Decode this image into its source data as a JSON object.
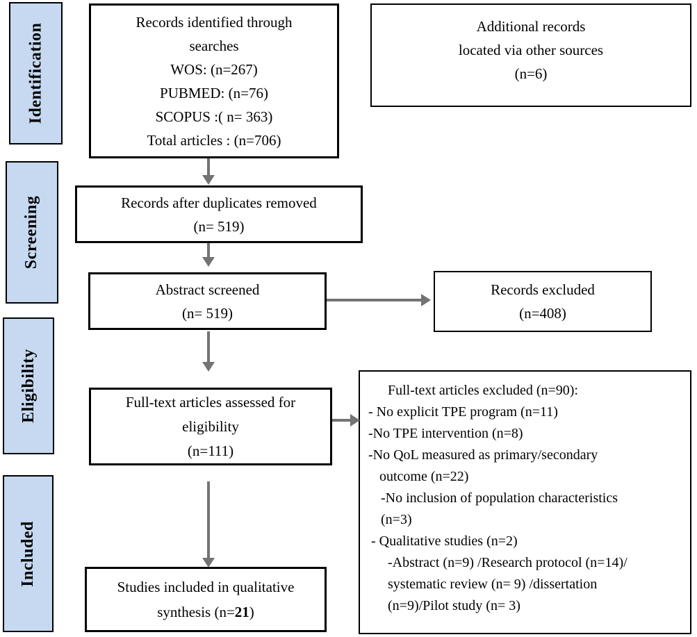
{
  "colors": {
    "stage_fill": "#c6d9f1",
    "box_border": "#000000",
    "arrow": "#737373",
    "text": "#000000",
    "background": "#ffffff"
  },
  "stages": {
    "identification": {
      "label": "Identification"
    },
    "screening": {
      "label": "Screening"
    },
    "eligibility": {
      "label": "Eligibility"
    },
    "included": {
      "label": "Included"
    }
  },
  "boxes": {
    "records_identified": {
      "lines": [
        "Records identified through",
        "searches",
        "WOS: (n=267)",
        "PUBMED: (n=76)",
        "SCOPUS :( n= 363)",
        "Total articles : (n=706)"
      ]
    },
    "additional_records": {
      "lines": [
        "Additional records",
        "located via other sources",
        "(n=6)"
      ]
    },
    "duplicates_removed": {
      "lines": [
        "Records after duplicates removed",
        "(n= 519)"
      ]
    },
    "abstract_screened": {
      "lines": [
        "Abstract screened",
        "(n= 519)"
      ]
    },
    "records_excluded": {
      "lines": [
        "Records excluded",
        "(n=408)"
      ]
    },
    "fulltext_assessed": {
      "lines": [
        "Full-text articles assessed for",
        "eligibility",
        "(n=111)"
      ]
    },
    "fulltext_excluded": {
      "lines": [
        {
          "text": "Full-text articles excluded (n=90):",
          "indent": 34
        },
        {
          "text": "- No explicit TPE program (n=11)",
          "indent": 6
        },
        {
          "text": "-No TPE intervention (n=8)",
          "indent": 6
        },
        {
          "text": "-No QoL measured as primary/secondary",
          "indent": 6
        },
        {
          "text": "outcome (n=22)",
          "indent": 22
        },
        {
          "text": "-No inclusion of population characteristics",
          "indent": 24
        },
        {
          "text": "(n=3)",
          "indent": 24
        },
        {
          "text": "- Qualitative studies (n=2)",
          "indent": 10
        },
        {
          "text": "-Abstract (n=9) /Research protocol (n=14)/",
          "indent": 34
        },
        {
          "text": "systematic review (n= 9) /dissertation",
          "indent": 34
        },
        {
          "text": "(n=9)/Pilot study (n= 3)",
          "indent": 34
        }
      ]
    },
    "studies_included": {
      "line1": "Studies included in qualitative",
      "line2_pre": "synthesis (n=",
      "line2_bold": "21",
      "line2_post": ")"
    }
  }
}
